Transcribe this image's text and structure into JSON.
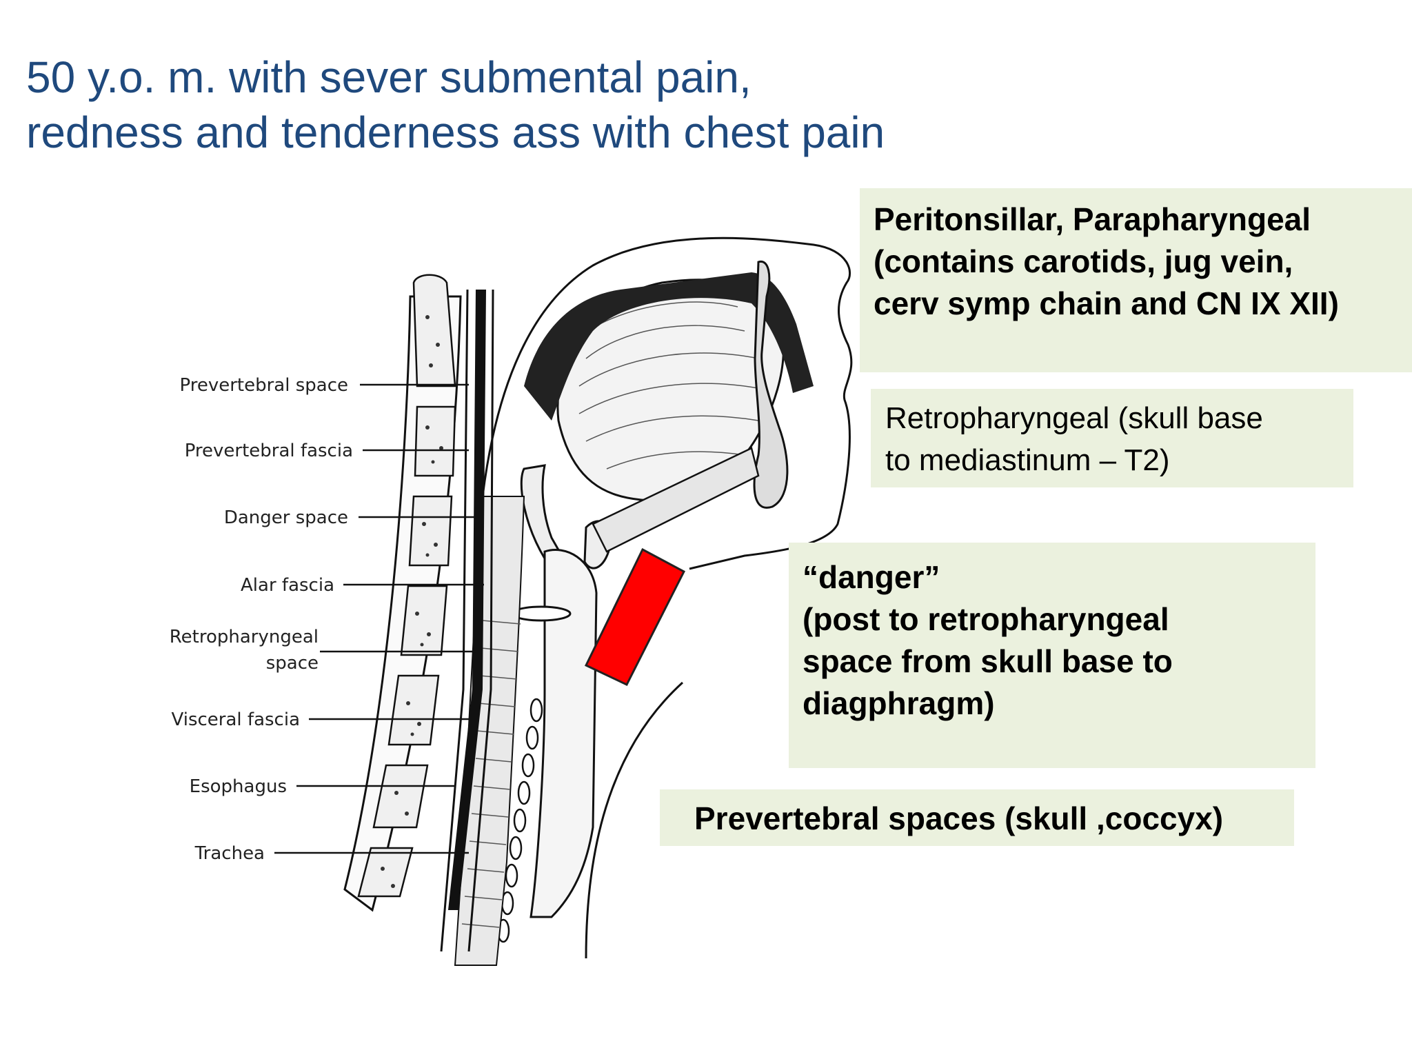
{
  "title": {
    "line1": "50 y.o. m. with sever submental pain,",
    "line2": "redness and tenderness ass with chest pain"
  },
  "diagram_labels": [
    "Prevertebral space",
    "Prevertebral fascia",
    "Danger space",
    "Alar fascia",
    "Retropharyngeal",
    "space",
    "Visceral fascia",
    "Esophagus",
    "Trachea"
  ],
  "boxes": {
    "peritonsillar": {
      "lines": [
        "Peritonsillar, Parapharyngeal",
        "(contains carotids, jug vein,",
        "cerv symp chain and CN IX XII)"
      ]
    },
    "retropharyngeal": {
      "lines": [
        "Retropharyngeal (skull base",
        "to mediastinum – T2)"
      ]
    },
    "danger": {
      "lines": [
        "“danger”",
        "(post to retropharyngeal",
        "space from skull base to",
        "diagphragm)"
      ]
    },
    "prevertebral": {
      "text": "Prevertebral spaces (skull ,coccyx)"
    }
  },
  "colors": {
    "title": "#1f497d",
    "box_fill": "#ebf1de",
    "marker": "#ff0000"
  }
}
